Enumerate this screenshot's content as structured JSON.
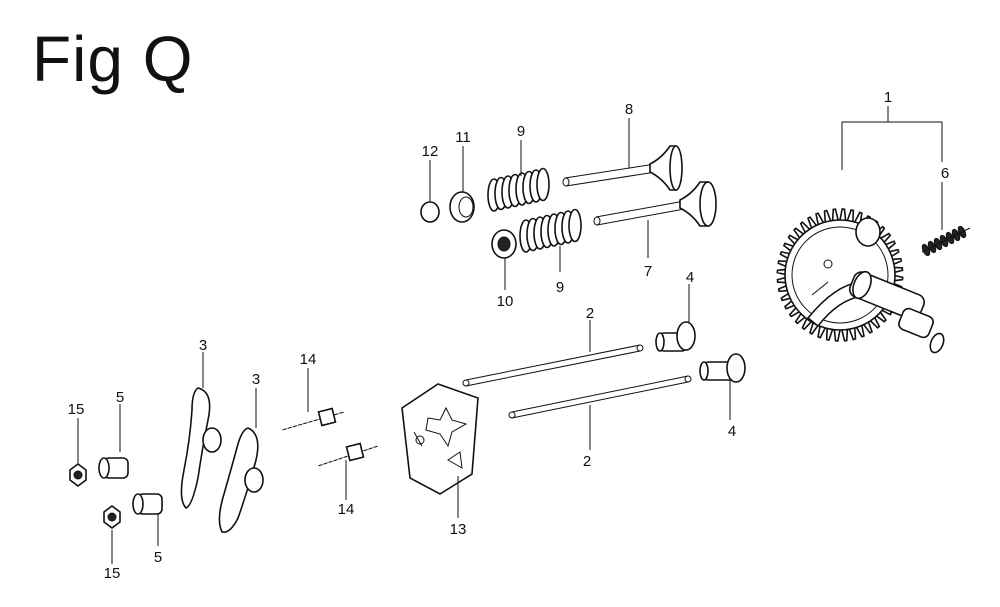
{
  "figure": {
    "title": "Fig Q"
  },
  "callouts": [
    {
      "id": "c1",
      "text": "1"
    },
    {
      "id": "c2a",
      "text": "2"
    },
    {
      "id": "c2b",
      "text": "2"
    },
    {
      "id": "c3a",
      "text": "3"
    },
    {
      "id": "c3b",
      "text": "3"
    },
    {
      "id": "c4a",
      "text": "4"
    },
    {
      "id": "c4b",
      "text": "4"
    },
    {
      "id": "c5a",
      "text": "5"
    },
    {
      "id": "c5b",
      "text": "5"
    },
    {
      "id": "c6",
      "text": "6"
    },
    {
      "id": "c7",
      "text": "7"
    },
    {
      "id": "c8",
      "text": "8"
    },
    {
      "id": "c9a",
      "text": "9"
    },
    {
      "id": "c9b",
      "text": "9"
    },
    {
      "id": "c10",
      "text": "10"
    },
    {
      "id": "c11",
      "text": "11"
    },
    {
      "id": "c12",
      "text": "12"
    },
    {
      "id": "c13",
      "text": "13"
    },
    {
      "id": "c14a",
      "text": "14"
    },
    {
      "id": "c14b",
      "text": "14"
    },
    {
      "id": "c15a",
      "text": "15"
    },
    {
      "id": "c15b",
      "text": "15"
    }
  ]
}
